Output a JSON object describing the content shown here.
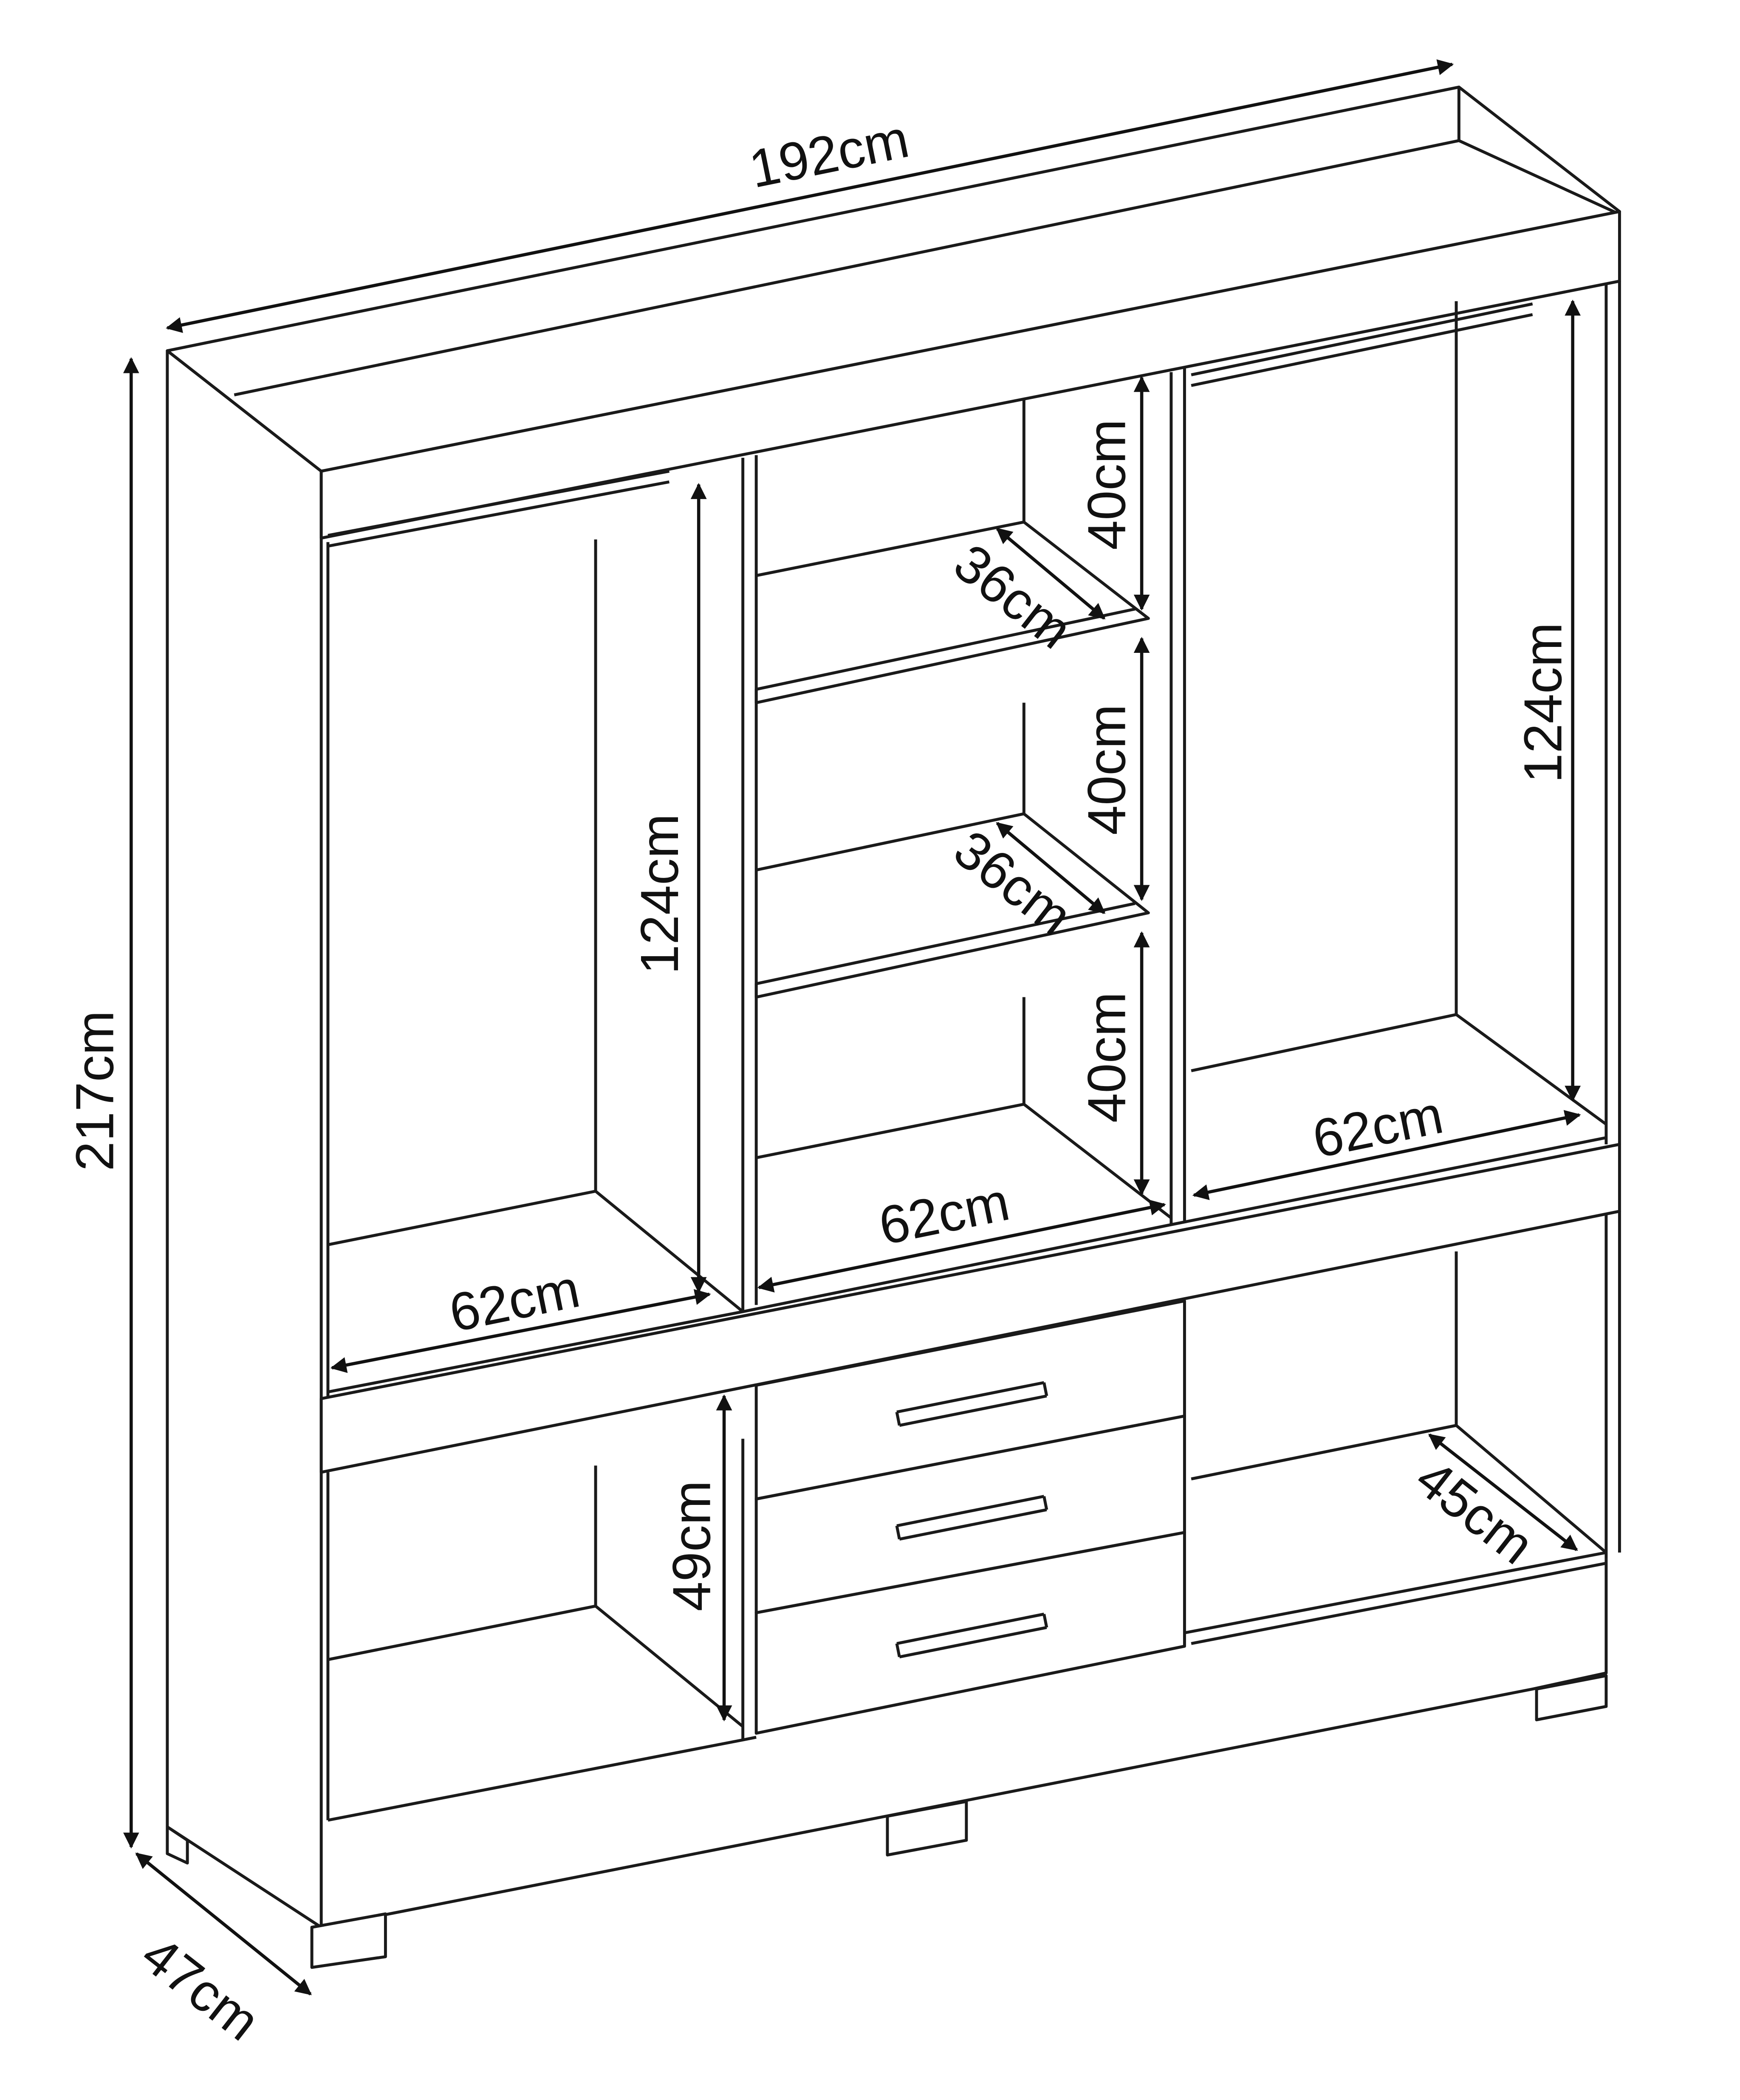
{
  "title": "Wardrobe dimension diagram",
  "dimensions": {
    "total_width": "192cm",
    "total_height": "217cm",
    "depth": "47cm",
    "left_hanging_height": "124cm",
    "right_hanging_height": "124cm",
    "shelf_gap_top": "40cm",
    "shelf_gap_middle": "40cm",
    "shelf_gap_bottom": "40cm",
    "shelf_depth_top": "36cm",
    "shelf_depth_lower": "36cm",
    "left_width": "62cm",
    "middle_width": "62cm",
    "right_width": "62cm",
    "lower_left_height": "49cm",
    "lower_right_depth": "45cm"
  },
  "colors": {
    "line": "#1a1a1a",
    "background": "#ffffff"
  }
}
